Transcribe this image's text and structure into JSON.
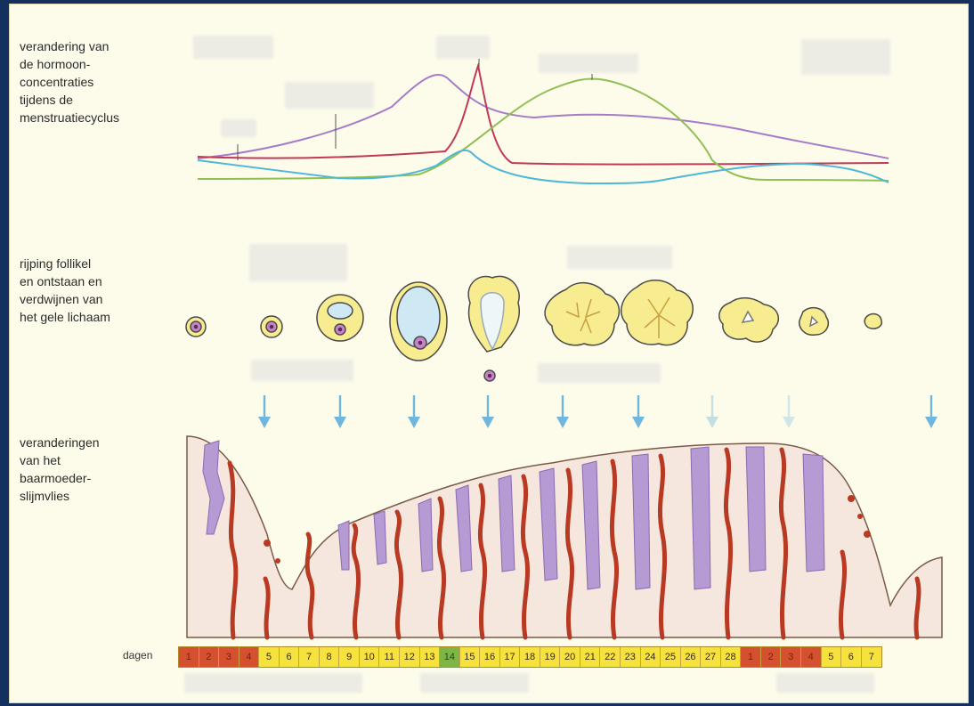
{
  "captions": {
    "hormones": "verandering van\nde hormoon-\nconcentraties\ntijdens de\nmenstruatiecyclus",
    "follicle": "rijping follikel\nen ontstaan en\nverdwijnen van\nhet gele lichaam",
    "endometrium": "veranderingen\nvan het\nbaarmoeder-\nslijmvlies"
  },
  "days_label": "dagen",
  "days": [
    "1",
    "2",
    "3",
    "4",
    "5",
    "6",
    "7",
    "8",
    "9",
    "10",
    "11",
    "12",
    "13",
    "14",
    "15",
    "16",
    "17",
    "18",
    "19",
    "20",
    "21",
    "22",
    "23",
    "24",
    "25",
    "26",
    "27",
    "28",
    "1",
    "2",
    "3",
    "4",
    "5",
    "6",
    "7"
  ],
  "day_phases": [
    "menses",
    "menses",
    "menses",
    "menses",
    "normal",
    "normal",
    "normal",
    "normal",
    "normal",
    "normal",
    "normal",
    "normal",
    "normal",
    "ovulation",
    "normal",
    "normal",
    "normal",
    "normal",
    "normal",
    "normal",
    "normal",
    "normal",
    "normal",
    "normal",
    "normal",
    "normal",
    "normal",
    "normal",
    "menses",
    "menses",
    "menses",
    "menses",
    "normal",
    "normal",
    "normal"
  ],
  "colors": {
    "fsh": "#a57cc7",
    "lh": "#c0395a",
    "progesterone": "#8fbf55",
    "estrogen": "#4fb8d6",
    "follicle_fill": "#f7ec8f",
    "arrow": "#6fb7dd",
    "lining": "#f6e7de",
    "gland": "#b59ad3",
    "vessel": "#b93a22"
  },
  "icons": {
    "arrow": "arrow-down-icon",
    "follicle": "follicle-icon"
  }
}
